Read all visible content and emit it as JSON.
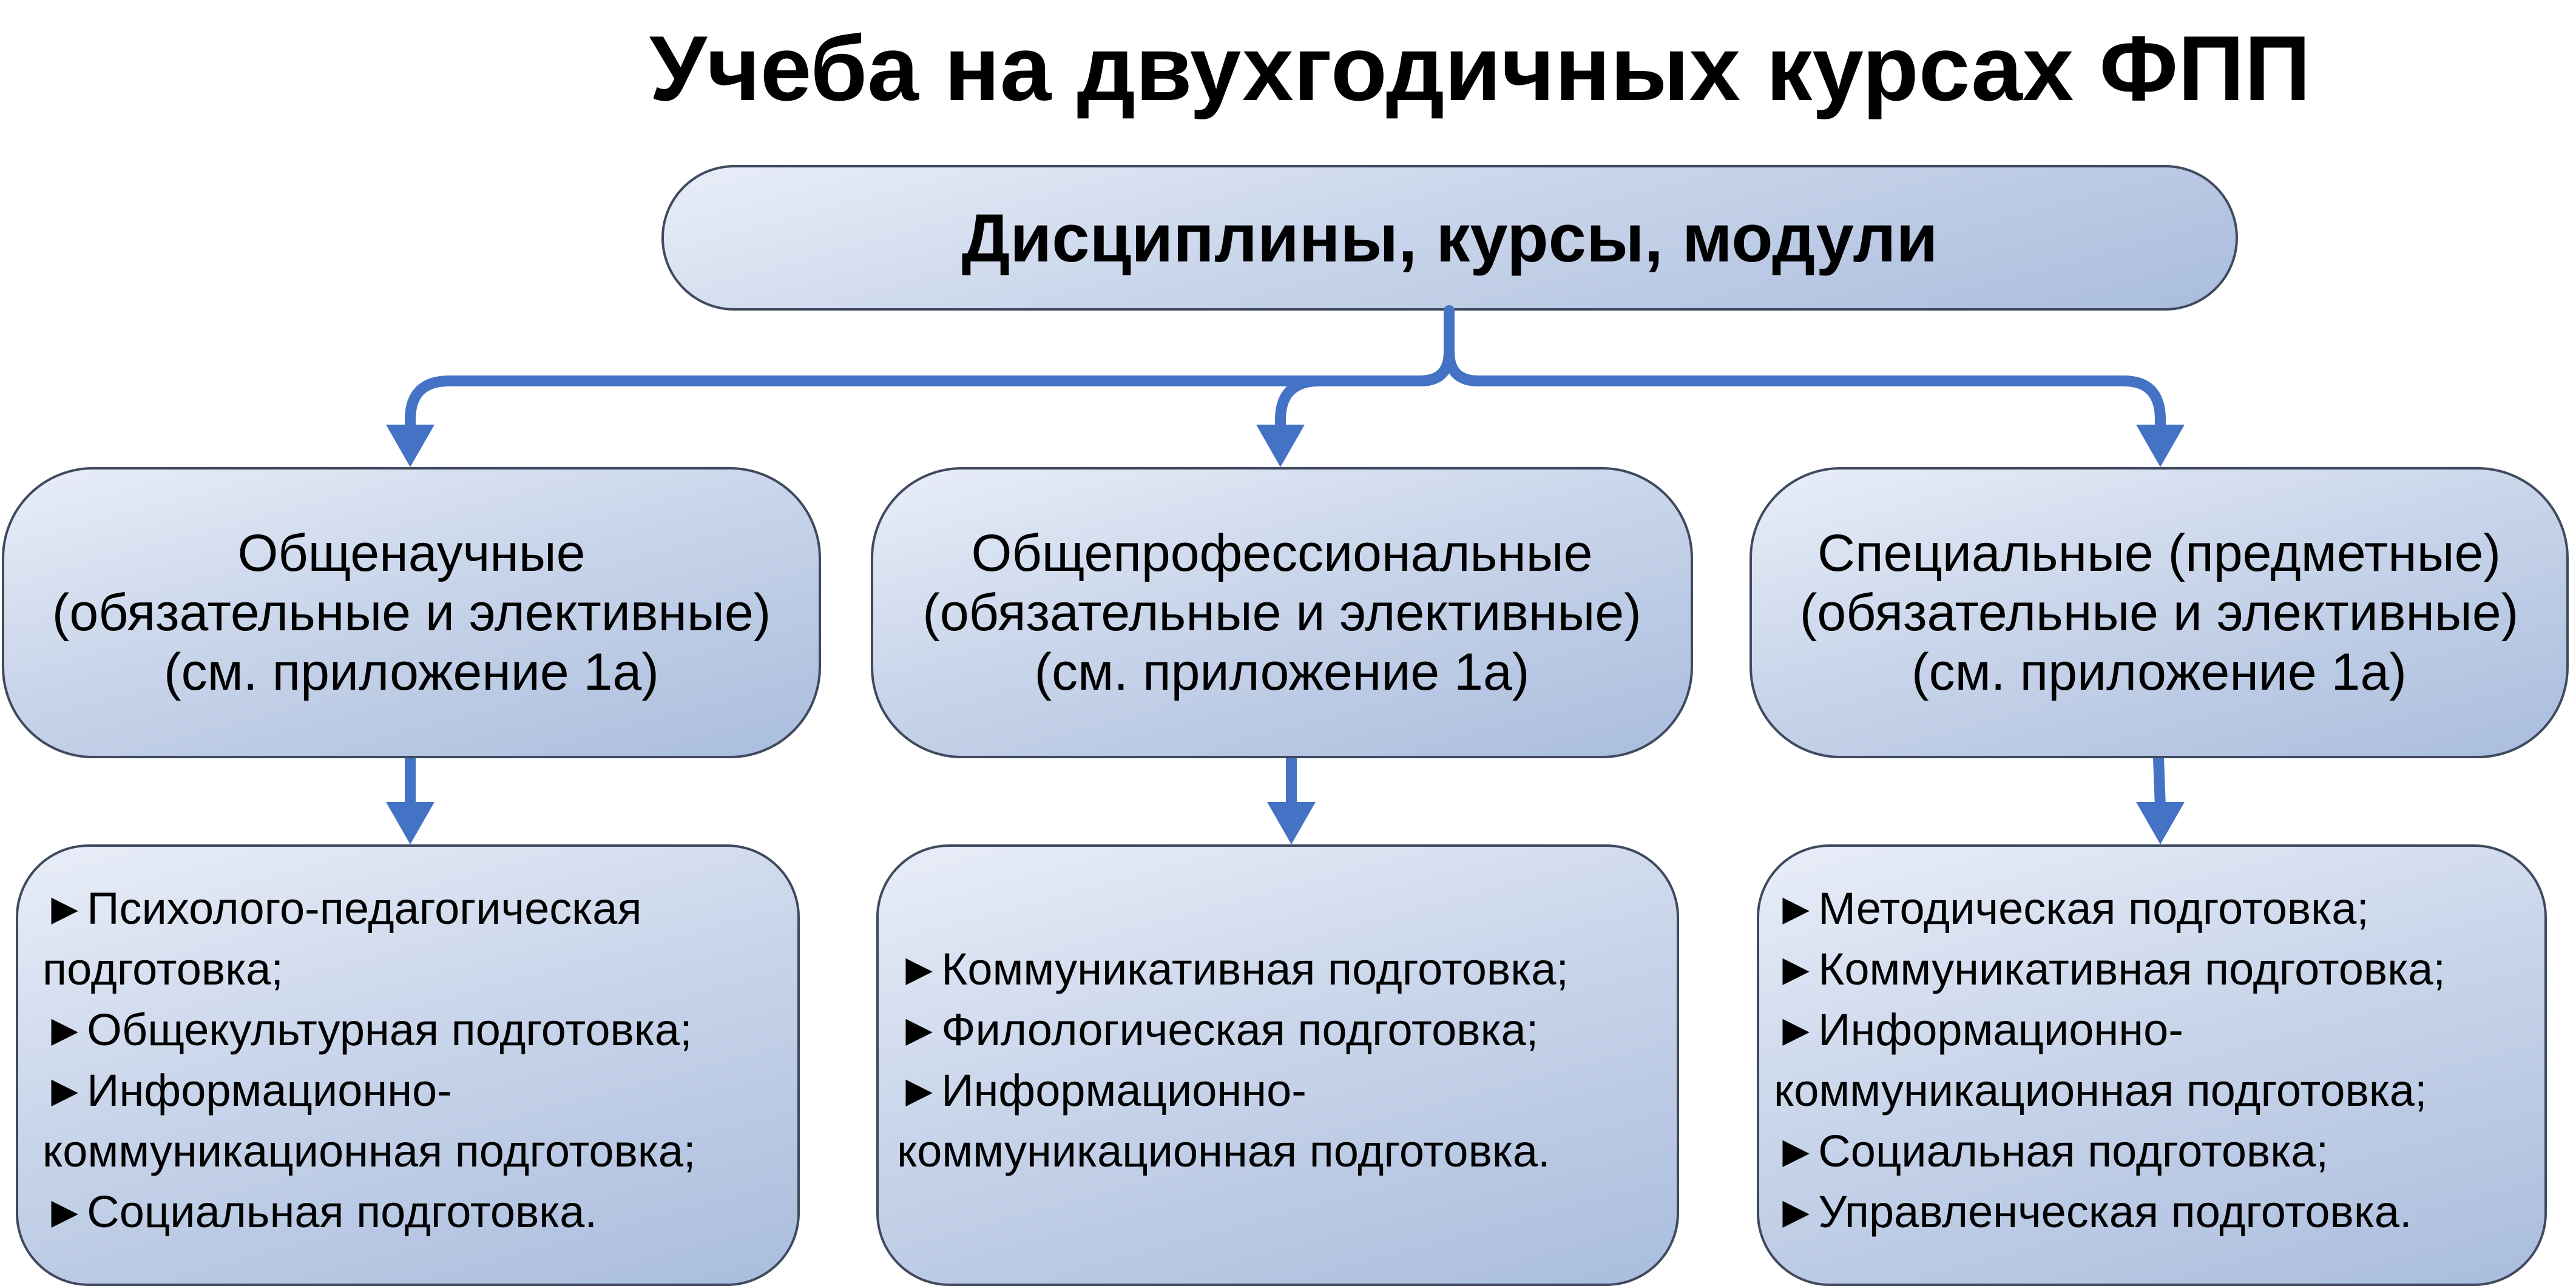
{
  "title": "Учеба на двухгодичных курсах ФПП",
  "root": "Дисциплины, курсы, модули",
  "colors": {
    "connector": "#4472c4",
    "box_border": "#404a5e",
    "box_fill": "#c9d5ea"
  },
  "categories": [
    {
      "lines": [
        "Общенаучные",
        "(обязательные и элективные)",
        "(см. приложение 1а)"
      ]
    },
    {
      "lines": [
        "Общепрофессиональные",
        "(обязательные и элективные)",
        "(см. приложение 1а)"
      ]
    },
    {
      "lines": [
        "Специальные (предметные)",
        "(обязательные и элективные)",
        "(см. приложение 1а)"
      ]
    }
  ],
  "bullet": "►",
  "lists": [
    [
      "Психолого-педагогическая подготовка;",
      "Общекультурная подготовка;",
      "Информационно-коммуникационная подготовка;",
      "Социальная подготовка."
    ],
    [
      "Коммуникативная подготовка;",
      "Филологическая подготовка;",
      "Информационно-коммуникационная подготовка."
    ],
    [
      "Методическая подготовка;",
      "Коммуникативная подготовка;",
      "Информационно-коммуникационная подготовка;",
      "Социальная подготовка;",
      "Управленческая подготовка."
    ]
  ]
}
